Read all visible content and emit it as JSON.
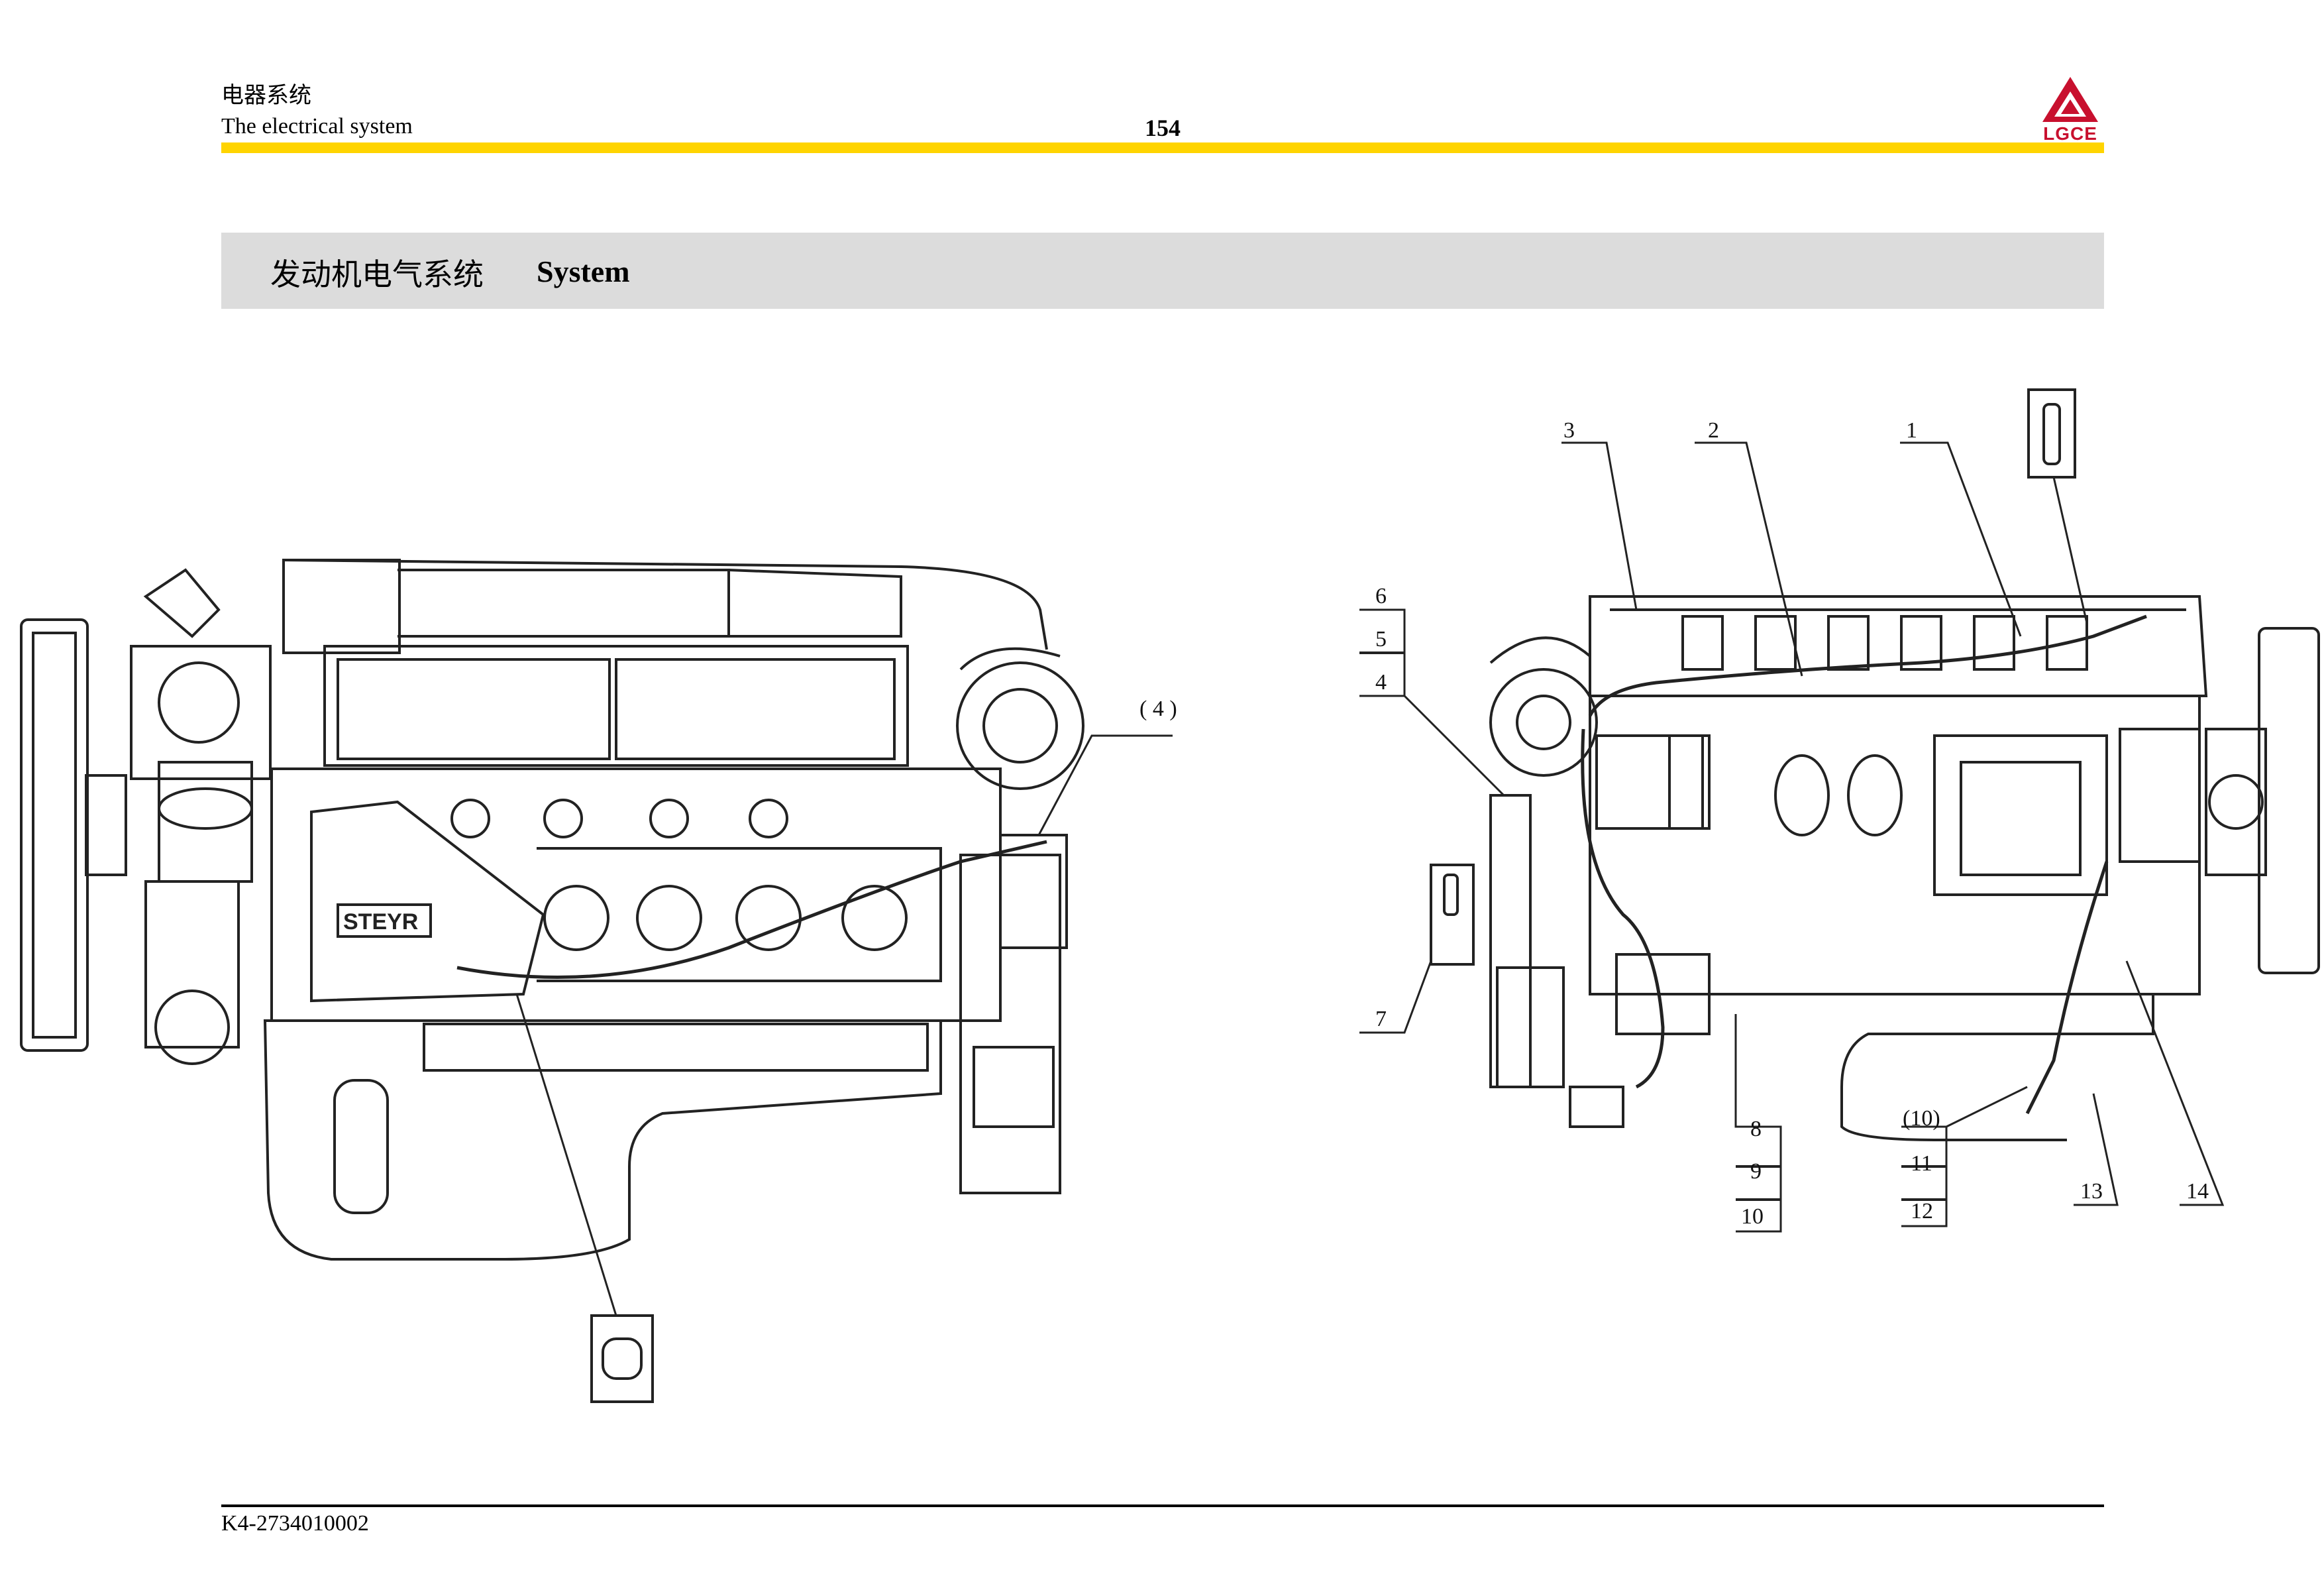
{
  "header": {
    "chapter_cn": "电器系统",
    "chapter_en": "The electrical system",
    "page_number": "154",
    "logo_text": "LGCE",
    "brand_color": "#c8102e",
    "rule_color": "#ffd400"
  },
  "section": {
    "title_cn": "发动机电气系统",
    "title_en": "System"
  },
  "figure": {
    "left_engine": {
      "brand_plate": "STEYR",
      "callouts": [
        "( 4 )"
      ]
    },
    "right_engine": {
      "callouts": [
        "1",
        "2",
        "3",
        "4",
        "5",
        "6",
        "7",
        "8",
        "9",
        "10",
        "(10)",
        "11",
        "12",
        "13",
        "14"
      ]
    }
  },
  "footer": {
    "doc_code": "K4-2734010002"
  }
}
